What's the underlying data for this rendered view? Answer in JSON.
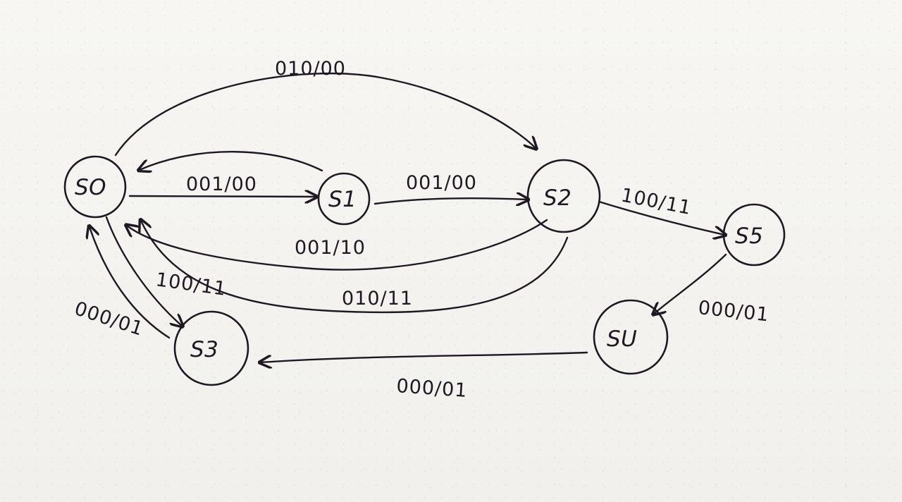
{
  "nodes": {
    "s0": "SO",
    "s1": "S1",
    "s2": "S2",
    "s3": "S3",
    "s4": "SU",
    "s5": "S5"
  },
  "edges": {
    "s0_to_s2_top": "010/00",
    "s0_to_s1": "001/00",
    "s1_to_s2": "001/00",
    "s2_to_s0_lower": "001/10",
    "s2_to_s0_bottom": "010/11",
    "s0_to_s3": "100/11",
    "s3_to_s0": "000/01",
    "s2_to_s5": "100/11",
    "s5_to_s4": "000/01",
    "s4_to_s3": "000/01"
  },
  "colors": {
    "ink": "#1f1822",
    "paper": "#f4f3ef"
  }
}
